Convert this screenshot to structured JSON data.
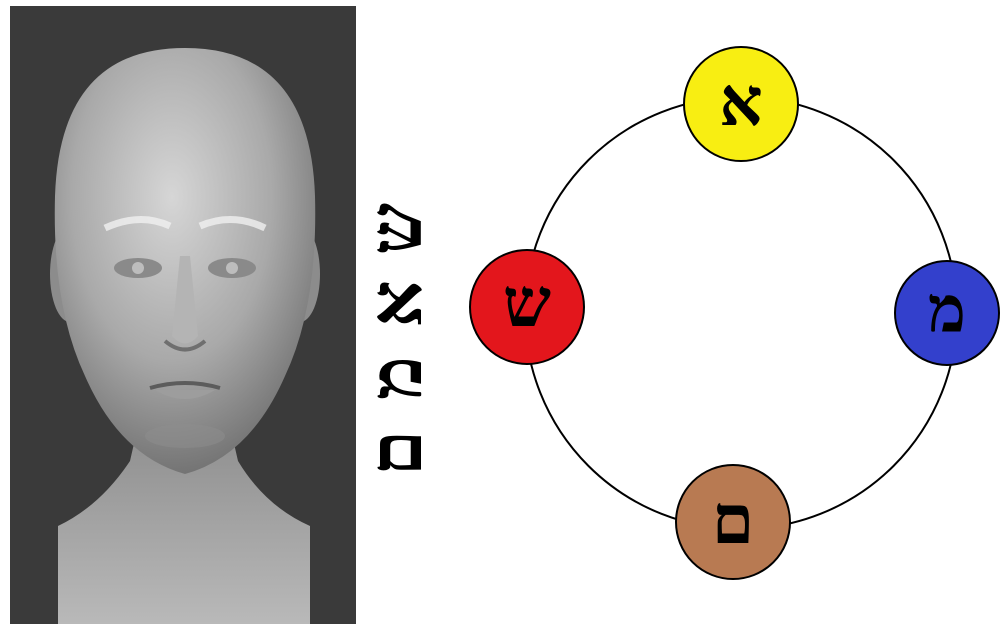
{
  "vertical_word": [
    "ש",
    "א",
    "מ",
    "ם"
  ],
  "circle": {
    "nodes": [
      {
        "letter": "א",
        "position": "top",
        "color": "#f8ee12"
      },
      {
        "letter": "ש",
        "position": "left",
        "color": "#e3161c"
      },
      {
        "letter": "מ",
        "position": "right",
        "color": "#3340cc"
      },
      {
        "letter": "ם",
        "position": "bottom",
        "color": "#b87a52"
      }
    ],
    "ring_color": "#000000"
  },
  "head_image": {
    "background": "#3a3a3a"
  }
}
